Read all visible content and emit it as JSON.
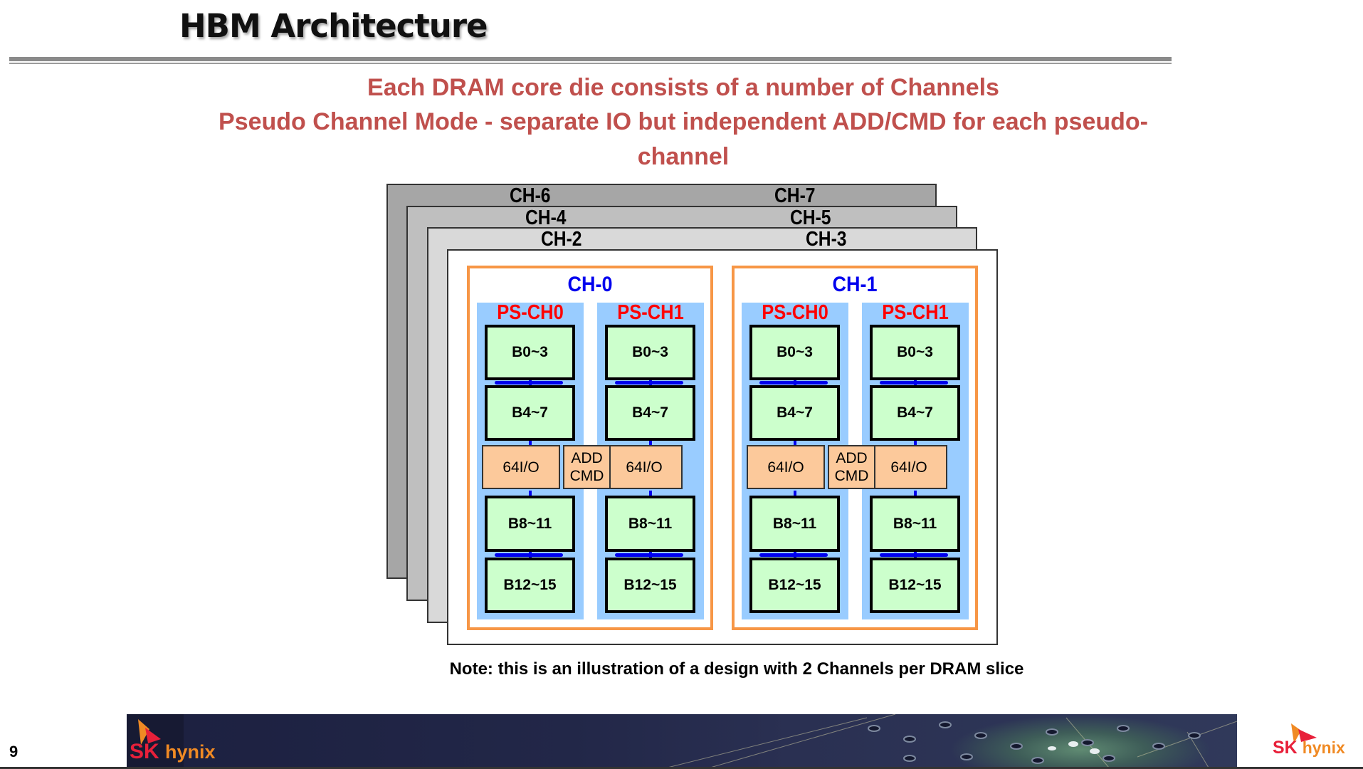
{
  "slide": {
    "title": "HBM Architecture",
    "subtitle_lines": [
      "Each DRAM core die consists of a number of Channels",
      "Pseudo Channel Mode - separate IO but independent ADD/CMD for each pseudo-",
      "channel"
    ],
    "note": "Note: this is an illustration of a design with 2 Channels per DRAM slice",
    "page_number": "9"
  },
  "diagram": {
    "stack_layers": [
      {
        "left_label": "CH-6",
        "right_label": "CH-7",
        "color": "#a6a6a6"
      },
      {
        "left_label": "CH-4",
        "right_label": "CH-5",
        "color": "#bfbfbf"
      },
      {
        "left_label": "CH-2",
        "right_label": "CH-3",
        "color": "#d9d9d9"
      }
    ],
    "channels": [
      {
        "label": "CH-0",
        "pseudo_channels": [
          {
            "label": "PS-CH0",
            "banks": [
              "B0~3",
              "B4~7",
              "B8~11",
              "B12~15"
            ],
            "io": "64I/O"
          },
          {
            "label": "PS-CH1",
            "banks": [
              "B0~3",
              "B4~7",
              "B8~11",
              "B12~15"
            ],
            "io": "64I/O"
          }
        ],
        "shared": {
          "line1": "ADD",
          "line2": "CMD"
        }
      },
      {
        "label": "CH-1",
        "pseudo_channels": [
          {
            "label": "PS-CH0",
            "banks": [
              "B0~3",
              "B4~7",
              "B8~11",
              "B12~15"
            ],
            "io": "64I/O"
          },
          {
            "label": "PS-CH1",
            "banks": [
              "B0~3",
              "B4~7",
              "B8~11",
              "B12~15"
            ],
            "io": "64I/O"
          }
        ],
        "shared": {
          "line1": "ADD",
          "line2": "CMD"
        }
      }
    ],
    "colors": {
      "channel_title": "#0000ee",
      "pseudo_channel_title": "#ff0000",
      "channel_border": "#f79646",
      "pseudo_channel_bg": "#99ccff",
      "bank_fill": "#ccffcc",
      "io_fill": "#fcc99b",
      "bus": "#0000ee"
    }
  },
  "footer": {
    "logo_left": {
      "sk": "SK",
      "hynix": "hynix"
    },
    "logo_right": {
      "sk": "SK",
      "hynix": "hynix"
    }
  },
  "theme": {
    "subtitle_color": "#c0504d"
  }
}
